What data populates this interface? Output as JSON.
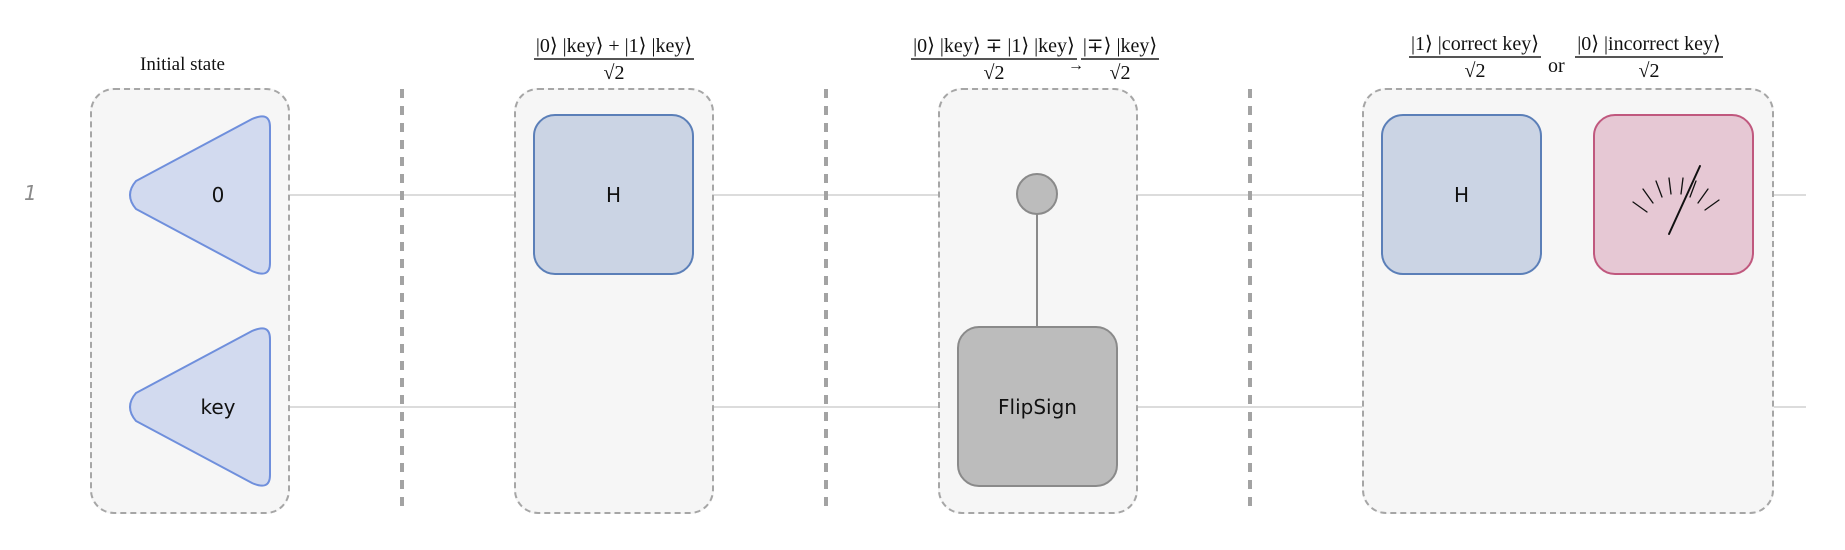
{
  "qubit_index_label": "1",
  "colors": {
    "hadamard_fill": "#cbd4e4",
    "hadamard_stroke": "#5b7fb8",
    "init_fill": "#d2daef",
    "init_stroke": "#6f8fdc",
    "measure_fill": "#e6c8d4",
    "measure_stroke": "#c0587e",
    "oracle_fill": "#bcbcbc",
    "oracle_stroke": "#8a8a8a",
    "wire": "#dcdcdc",
    "group_fill": "#f6f6f6"
  },
  "stages": [
    {
      "caption": "Initial state",
      "inputs": [
        {
          "label": "0",
          "wire": 0
        },
        {
          "label": "key",
          "wire": 1
        }
      ]
    },
    {
      "caption": {
        "numerator": "|0⟩ |key⟩ + |1⟩ |key⟩",
        "denominator": "√2"
      },
      "gates": [
        {
          "label": "H",
          "type": "hadamard",
          "wire": 0
        }
      ]
    },
    {
      "caption": {
        "left": {
          "numerator": "|0⟩ |key⟩ ∓ |1⟩ |key⟩",
          "denominator": "√2"
        },
        "arrow": "→",
        "right": {
          "numerator": "|∓⟩ |key⟩",
          "denominator": "√2"
        }
      },
      "gates": [
        {
          "label": "FlipSign",
          "type": "oracle",
          "target_wire": 1,
          "control_wire": 0
        }
      ]
    },
    {
      "caption": {
        "left": {
          "numerator": "|1⟩ |correct key⟩",
          "denominator": "√2"
        },
        "separator": "or",
        "right": {
          "numerator": "|0⟩ |incorrect key⟩",
          "denominator": "√2"
        }
      },
      "gates": [
        {
          "label": "H",
          "type": "hadamard",
          "wire": 0
        },
        {
          "label": "",
          "type": "measurement",
          "icon": "meter-icon",
          "wire": 0
        }
      ]
    }
  ]
}
